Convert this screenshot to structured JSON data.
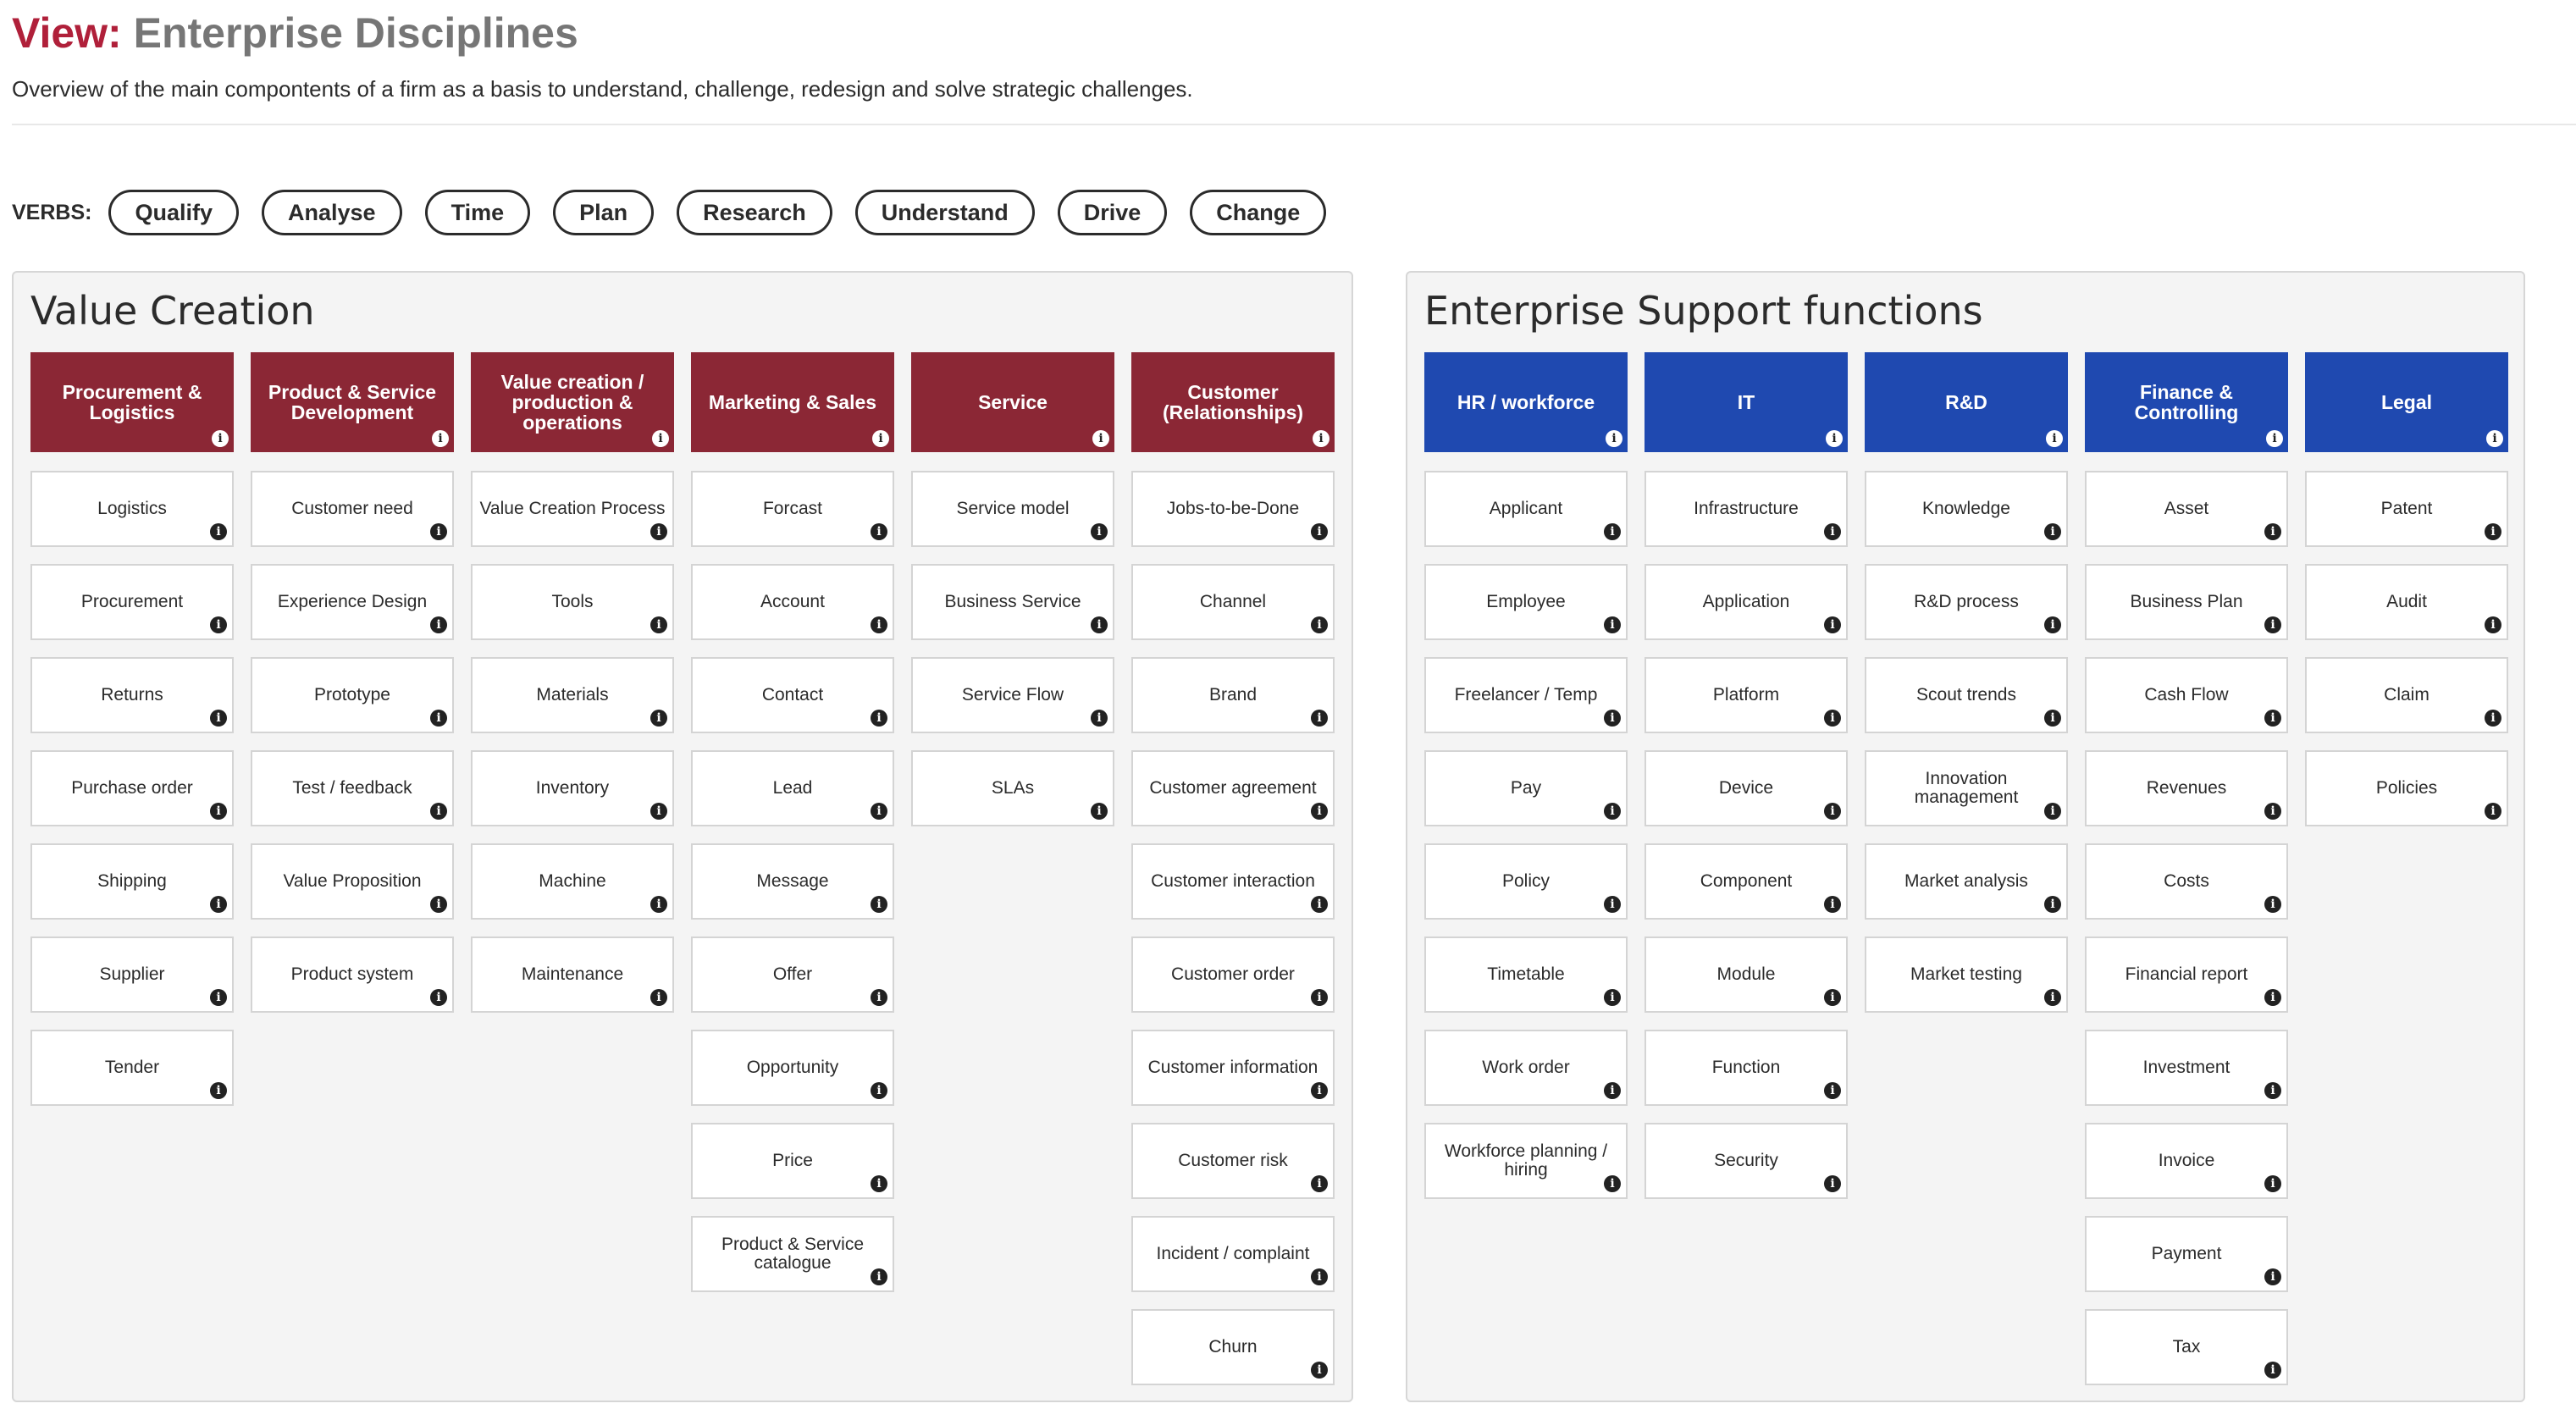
{
  "header": {
    "view_prefix": "View:",
    "view_name": "Enterprise Disciplines",
    "subtitle": "Overview of the main compontents of a firm as a basis to understand, challenge, redesign and solve strategic challenges."
  },
  "verbs": {
    "label": "VERBS:",
    "items": [
      "Qualify",
      "Analyse",
      "Time",
      "Plan",
      "Research",
      "Understand",
      "Drive",
      "Change"
    ]
  },
  "info_glyph": "i",
  "colors": {
    "value_creation": "#8b2735",
    "support": "#1f49b0",
    "accent": "#b0203a"
  },
  "value_creation": {
    "title": "Value Creation",
    "columns": [
      {
        "header": "Procurement & Logistics",
        "items": [
          "Logistics",
          "Procurement",
          "Returns",
          "Purchase order",
          "Shipping",
          "Supplier",
          "Tender"
        ]
      },
      {
        "header": "Product & Service Development",
        "items": [
          "Customer need",
          "Experience Design",
          "Prototype",
          "Test / feedback",
          "Value Proposition",
          "Product system"
        ]
      },
      {
        "header": "Value creation / production & operations",
        "items": [
          "Value Creation Process",
          "Tools",
          "Materials",
          "Inventory",
          "Machine",
          "Maintenance"
        ]
      },
      {
        "header": "Marketing & Sales",
        "items": [
          "Forcast",
          "Account",
          "Contact",
          "Lead",
          "Message",
          "Offer",
          "Opportunity",
          "Price",
          "Product & Service catalogue"
        ]
      },
      {
        "header": "Service",
        "items": [
          "Service model",
          "Business Service",
          "Service Flow",
          "SLAs"
        ]
      },
      {
        "header": "Customer (Relationships)",
        "items": [
          "Jobs-to-be-Done",
          "Channel",
          "Brand",
          "Customer agreement",
          "Customer interaction",
          "Customer order",
          "Customer information",
          "Customer risk",
          "Incident / complaint",
          "Churn"
        ]
      }
    ]
  },
  "support": {
    "title": "Enterprise Support functions",
    "columns": [
      {
        "header": "HR / workforce",
        "items": [
          "Applicant",
          "Employee",
          "Freelancer / Temp",
          "Pay",
          "Policy",
          "Timetable",
          "Work order",
          "Workforce planning / hiring"
        ]
      },
      {
        "header": "IT",
        "items": [
          "Infrastructure",
          "Application",
          "Platform",
          "Device",
          "Component",
          "Module",
          "Function",
          "Security"
        ]
      },
      {
        "header": "R&D",
        "items": [
          "Knowledge",
          "R&D process",
          "Scout trends",
          "Innovation management",
          "Market analysis",
          "Market testing"
        ]
      },
      {
        "header": "Finance & Controlling",
        "items": [
          "Asset",
          "Business Plan",
          "Cash Flow",
          "Revenues",
          "Costs",
          "Financial report",
          "Investment",
          "Invoice",
          "Payment",
          "Tax"
        ]
      },
      {
        "header": "Legal",
        "items": [
          "Patent",
          "Audit",
          "Claim",
          "Policies"
        ]
      }
    ]
  }
}
